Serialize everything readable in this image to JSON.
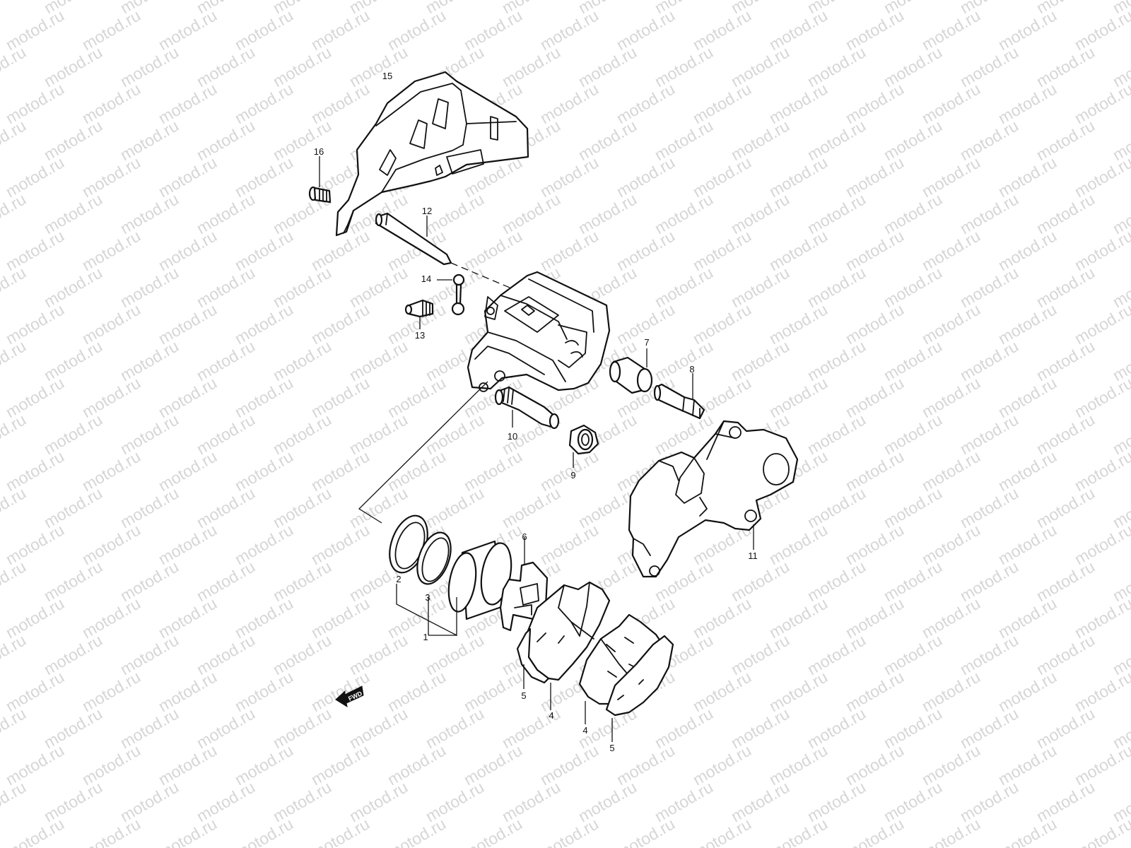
{
  "watermark": {
    "text": "motod.ru"
  },
  "fwd_label": "FWD",
  "callouts": {
    "c1": "1",
    "c2": "2",
    "c3": "3",
    "c4a": "4",
    "c4b": "4",
    "c5a": "5",
    "c5b": "5",
    "c6": "6",
    "c7": "7",
    "c8": "8",
    "c9": "9",
    "c10": "10",
    "c11": "11",
    "c12": "12",
    "c13": "13",
    "c14": "14",
    "c15": "15",
    "c16": "16"
  }
}
